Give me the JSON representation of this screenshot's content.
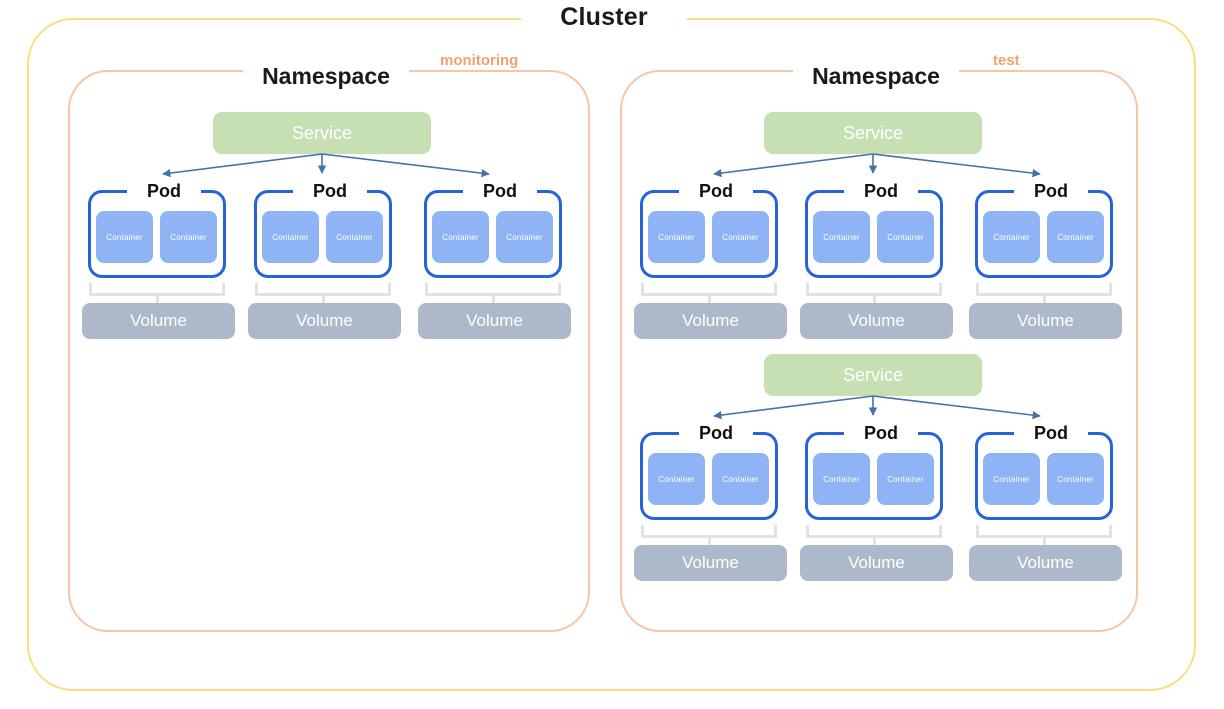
{
  "diagram": {
    "title": "Cluster",
    "colors": {
      "cluster_border": "#f7df7e",
      "namespace_border": "#f6c5a6",
      "namespace_tag": "#f0a171",
      "service_fill": "#c6e0b4",
      "pod_border": "#2563d9",
      "container_fill": "#8eb4f5",
      "volume_fill": "#adb9ca",
      "arrow": "#4472a8",
      "bracket": "#e2e2e2"
    },
    "labels": {
      "namespace": "Namespace",
      "service": "Service",
      "pod": "Pod",
      "container": "Container",
      "volume": "Volume"
    },
    "namespaces": [
      {
        "id": "monitoring",
        "name": "Namespace",
        "tag": "monitoring",
        "service_groups": [
          {
            "service": "Service",
            "pods": [
              {
                "label": "Pod",
                "containers": [
                  "Container",
                  "Container"
                ],
                "volume": "Volume"
              },
              {
                "label": "Pod",
                "containers": [
                  "Container",
                  "Container"
                ],
                "volume": "Volume"
              },
              {
                "label": "Pod",
                "containers": [
                  "Container",
                  "Container"
                ],
                "volume": "Volume"
              }
            ]
          }
        ]
      },
      {
        "id": "test",
        "name": "Namespace",
        "tag": "test",
        "service_groups": [
          {
            "service": "Service",
            "pods": [
              {
                "label": "Pod",
                "containers": [
                  "Container",
                  "Container"
                ],
                "volume": "Volume"
              },
              {
                "label": "Pod",
                "containers": [
                  "Container",
                  "Container"
                ],
                "volume": "Volume"
              },
              {
                "label": "Pod",
                "containers": [
                  "Container",
                  "Container"
                ],
                "volume": "Volume"
              }
            ]
          },
          {
            "service": "Service",
            "pods": [
              {
                "label": "Pod",
                "containers": [
                  "Container",
                  "Container"
                ],
                "volume": "Volume"
              },
              {
                "label": "Pod",
                "containers": [
                  "Container",
                  "Container"
                ],
                "volume": "Volume"
              },
              {
                "label": "Pod",
                "containers": [
                  "Container",
                  "Container"
                ],
                "volume": "Volume"
              }
            ]
          }
        ]
      }
    ]
  }
}
